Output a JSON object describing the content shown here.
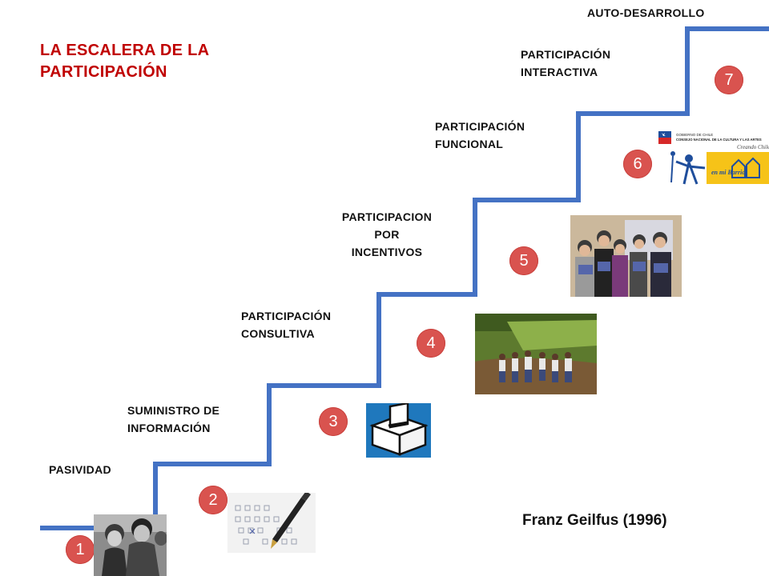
{
  "title": {
    "line1": "LA ESCALERA DE LA",
    "line2": "PARTICIPACIÓN"
  },
  "steps": [
    {
      "number": "1",
      "label": [
        "PASIVIDAD"
      ]
    },
    {
      "number": "2",
      "label": [
        "SUMINISTRO DE",
        "INFORMACIÓN"
      ]
    },
    {
      "number": "3",
      "label": [
        "PARTICIPACIÓN",
        "CONSULTIVA"
      ]
    },
    {
      "number": "4",
      "label": [
        "PARTICIPACION",
        "POR",
        "INCENTIVOS"
      ]
    },
    {
      "number": "5",
      "label": [
        "PARTICIPACIÓN",
        "FUNCIONAL"
      ]
    },
    {
      "number": "6",
      "label": [
        "PARTICIPACIÓN",
        "INTERACTIVA"
      ]
    },
    {
      "number": "7",
      "label": [
        "AUTO-DESARROLLO"
      ]
    }
  ],
  "logo_text": {
    "gov": "GOBIERNO DE CHILE",
    "council": "CONSEJO NACIONAL DE LA CULTURA Y LAS ARTES",
    "slogan": "Creando Chile",
    "barrio": "en mi Barrio"
  },
  "author": "Franz Geilfus (1996)",
  "colors": {
    "stair_line": "#4472c4",
    "badge": "#d9534f",
    "title": "#c00000"
  }
}
